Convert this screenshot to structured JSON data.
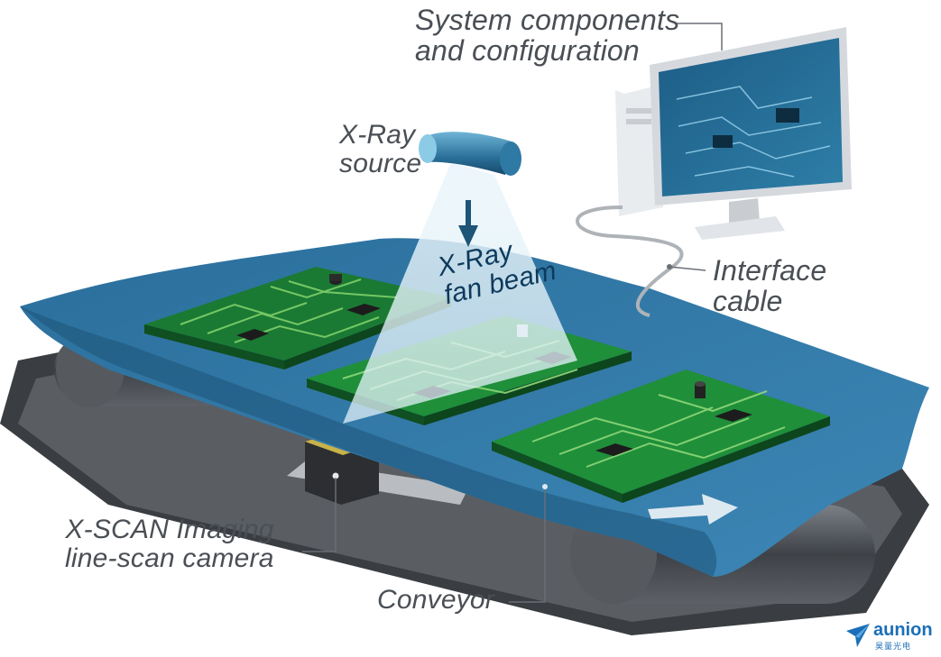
{
  "labels": {
    "system": [
      "System components",
      "and configuration"
    ],
    "xray_source": [
      "X-Ray",
      "source"
    ],
    "fan_beam": [
      "X-Ray",
      "fan beam"
    ],
    "interface": [
      "Interface",
      "cable"
    ],
    "xscan": [
      "X-SCAN Imaging",
      "line-scan camera"
    ],
    "conveyor": "Conveyor"
  },
  "logo": {
    "word": "aunion",
    "sub": "昊量光电"
  },
  "icons": [
    "xray-tube-icon",
    "monitor-icon",
    "computer-tower-icon",
    "pcb-board-icon",
    "conveyor-arrow-icon",
    "camera-icon",
    "logo-icon"
  ],
  "colors": {
    "belt": "#2a6d9a",
    "belt_dark": "#1d5478",
    "pcb": "#1f8f3a",
    "trace": "#7fd06a",
    "roller": "#4b4f55",
    "beam": "#d9edf7",
    "label": "#4a4f55"
  }
}
